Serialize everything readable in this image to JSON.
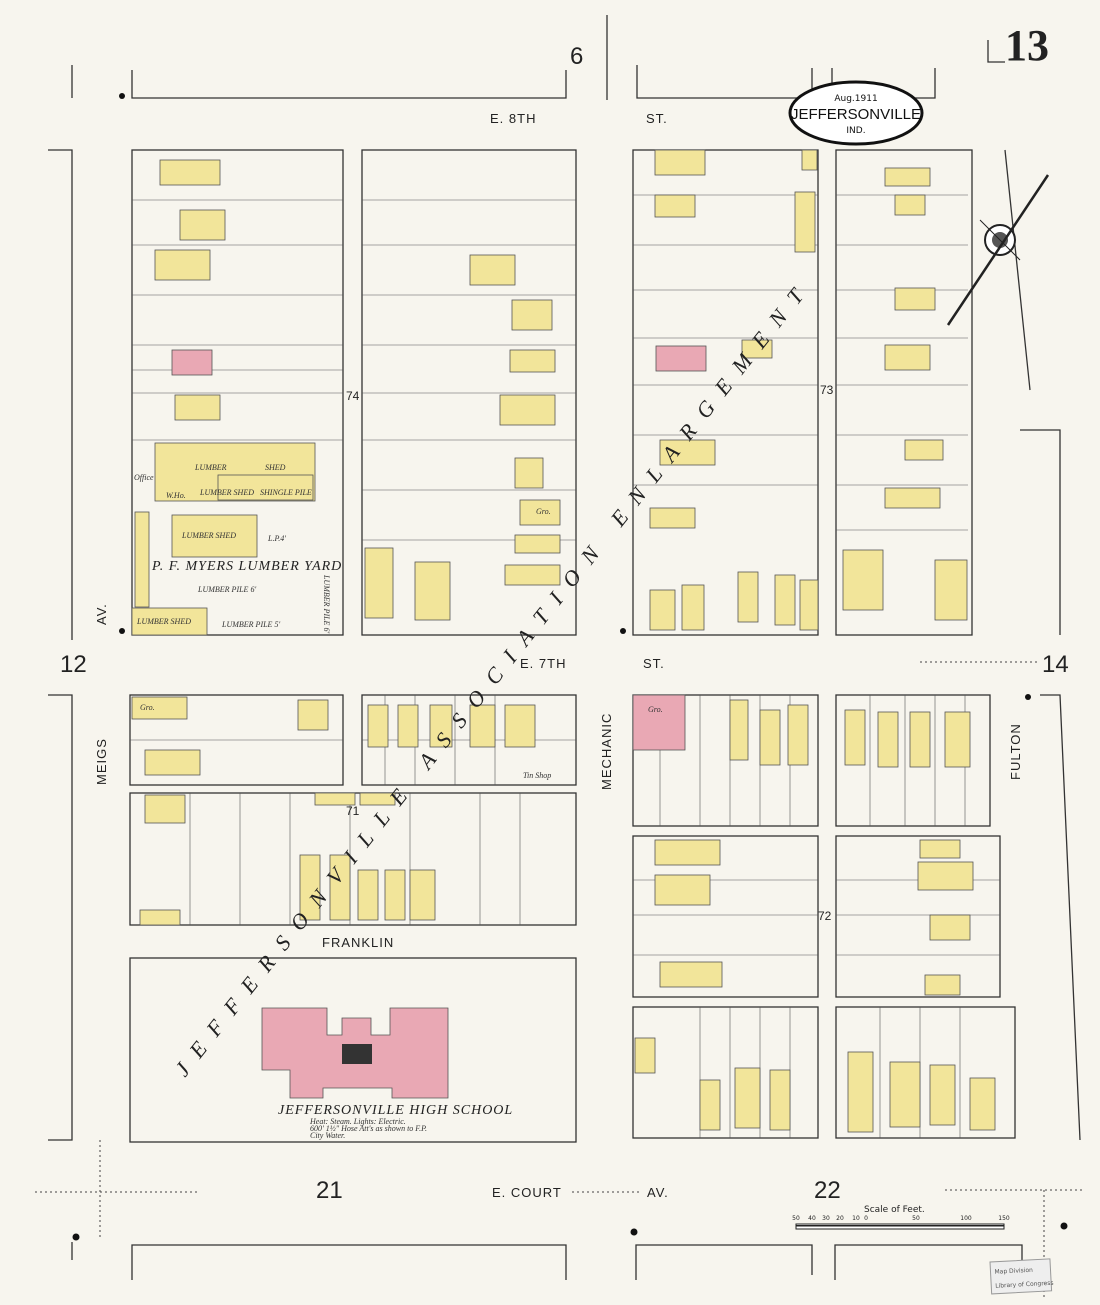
{
  "sheet": {
    "number": "13",
    "town": "JEFFERSONVILLE",
    "state": "IND.",
    "date": "Aug.1911"
  },
  "adjacent_sheets": {
    "north": "6",
    "west": "12",
    "east": "14",
    "south_west": "21",
    "south_east": "22"
  },
  "streets": {
    "north": [
      "E. 8TH",
      "ST."
    ],
    "middle": [
      "E. 7TH",
      "ST."
    ],
    "south": [
      "E. COURT",
      "AV."
    ],
    "west": [
      "MEIGS",
      "AV."
    ],
    "center_ns": "MECHANIC",
    "east": "FULTON",
    "franklin": "FRANKLIN"
  },
  "block_numbers": [
    "74",
    "73",
    "72",
    "71"
  ],
  "overlay_text": "JEFFERSONVILLE ASSOCIATION ENLARGEMENT",
  "lumber_yard": {
    "name": "P. F. MYERS LUMBER YARD",
    "labels": [
      "LUMBER",
      "SHED",
      "LUMBER SHED",
      "SHINGLE PILE",
      "Office",
      "W.Ho.",
      "LUMBER SHED",
      "L.P.4'",
      "LUMBER PILE 6'",
      "LUMBER SHED",
      "LUMBER PILE 5'",
      "LUMBER PILE 6'"
    ]
  },
  "school": {
    "name": "JEFFERSONVILLE HIGH SCHOOL",
    "notes": [
      "Heat: Steam. Lights: Electric.",
      "600' 1½\" Hose Att's as shown to F.P.",
      "City Water."
    ]
  },
  "store_labels": [
    "Gro.",
    "Gro.",
    "Gro.",
    "Tin Shop"
  ],
  "scale": {
    "title": "Scale of Feet.",
    "ticks": [
      "50",
      "40",
      "30",
      "20",
      "10",
      "0",
      "50",
      "100",
      "150"
    ]
  },
  "stamp": [
    "Map Division",
    "Library of Congress"
  ],
  "colors": {
    "frame_dwelling": "#f2e59a",
    "brick": "#e9a8b4",
    "paper": "#f7f5ee"
  }
}
